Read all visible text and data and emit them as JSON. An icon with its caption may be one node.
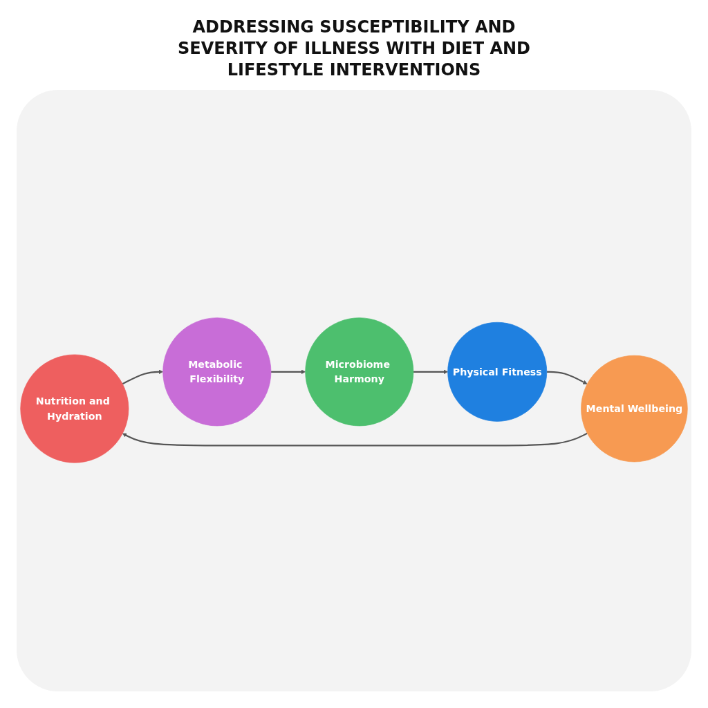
{
  "diagram": {
    "title": "ADDRESSING SUSCEPTIBILITY AND SEVERITY OF ILLNESS WITH DIET AND LIFESTYLE INTERVENTIONS",
    "nodes": [
      {
        "text": [
          "Nutrition and Hydration"
        ]
      },
      {
        "text": [
          "Metabolic Flexibility"
        ]
      },
      {
        "text": [
          "Microbiome Harmony"
        ]
      },
      {
        "text": [
          "Physical Fitness"
        ]
      },
      {
        "text": [
          "Mental Wellbeing"
        ]
      }
    ],
    "edges": [
      {
        "from": 0,
        "to": 1,
        "arrow": "to"
      },
      {
        "from": 1,
        "to": 2,
        "arrow": "to"
      },
      {
        "from": 2,
        "to": 3,
        "arrow": "to"
      },
      {
        "from": 3,
        "to": 4,
        "arrow": "to"
      },
      {
        "from": 4,
        "to": 0,
        "arrow": "to"
      }
    ]
  }
}
